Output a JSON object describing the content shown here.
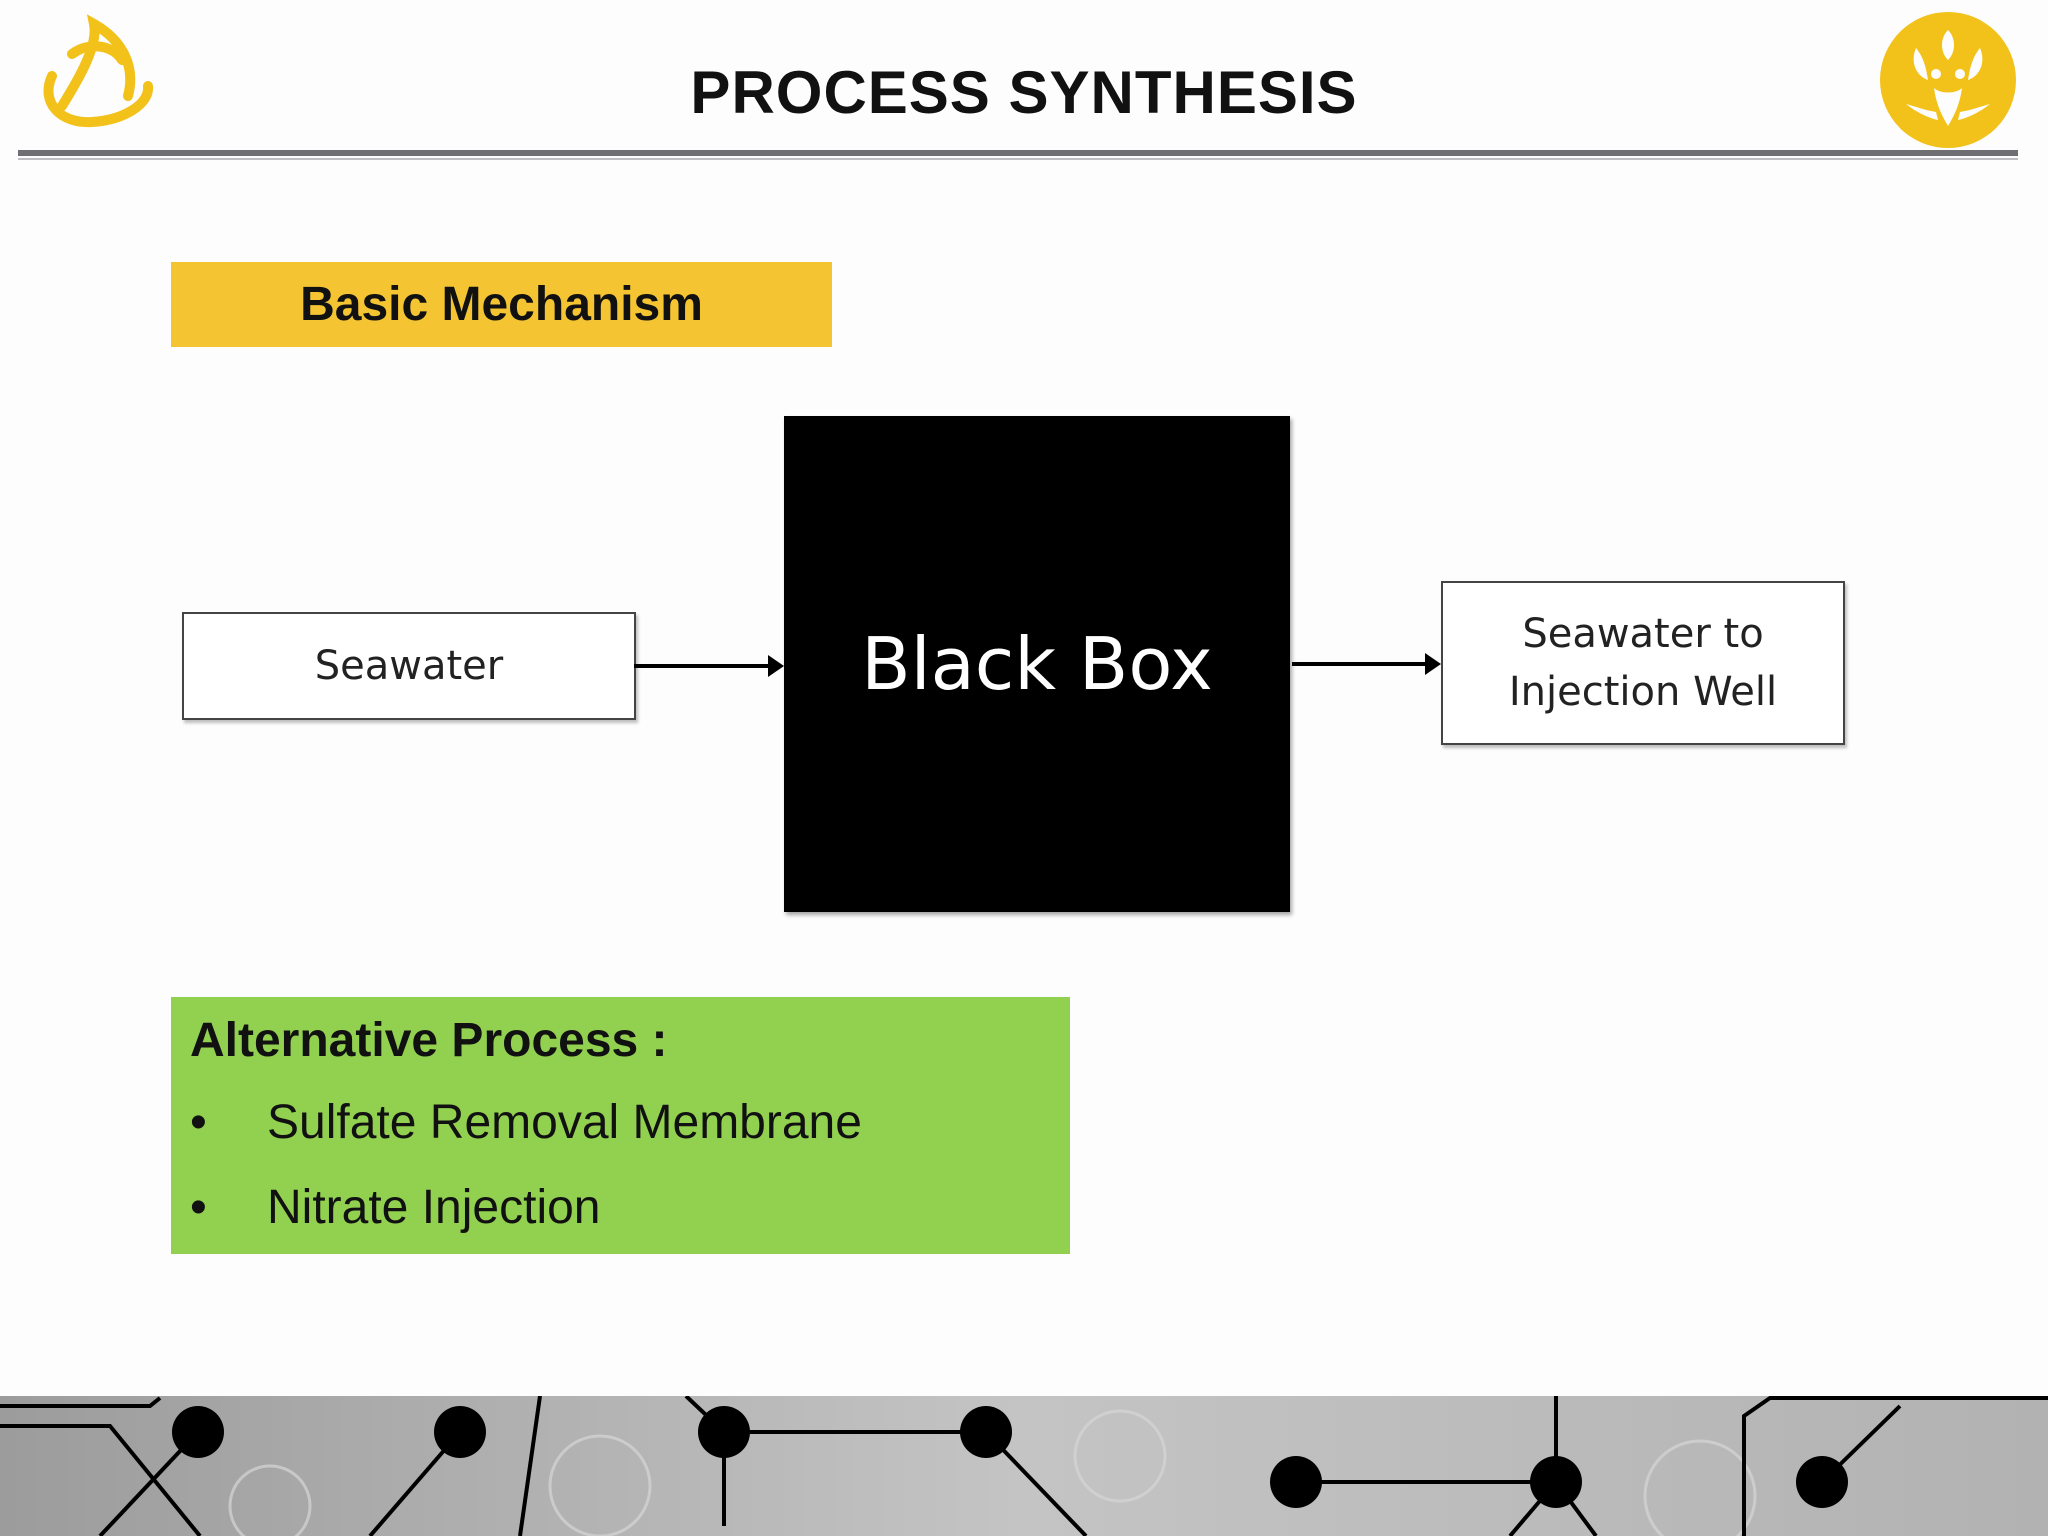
{
  "header": {
    "title": "PROCESS SYNTHESIS",
    "logo_left_icon": "ring-logo-icon",
    "logo_right_icon": "makara-emblem-icon"
  },
  "section": {
    "label": "Basic Mechanism"
  },
  "diagram": {
    "input_label": "Seawater",
    "process_label": "Black Box",
    "output_label": "Seawater to\nInjection Well"
  },
  "alternatives": {
    "title": "Alternative Process :",
    "bullet": "•",
    "items": [
      "Sulfate Removal Membrane",
      "Nitrate Injection"
    ]
  },
  "colors": {
    "accent_yellow": "#f5c432",
    "accent_green": "#92d050",
    "black_box": "#000000",
    "logo_gold": "#f2c21b"
  }
}
